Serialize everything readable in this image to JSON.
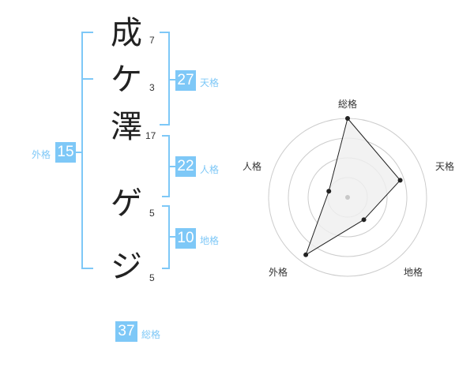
{
  "name": {
    "characters": [
      {
        "char": "成",
        "strokes": "7"
      },
      {
        "char": "ケ",
        "strokes": "3"
      },
      {
        "char": "澤",
        "strokes": "17"
      },
      {
        "char": "ゲ",
        "strokes": "5"
      },
      {
        "char": "ジ",
        "strokes": "5"
      }
    ]
  },
  "fortunes": {
    "tenkaku": {
      "value": "27",
      "label": "天格"
    },
    "jinkaku": {
      "value": "22",
      "label": "人格"
    },
    "chikaku": {
      "value": "10",
      "label": "地格"
    },
    "gaikaku": {
      "value": "15",
      "label": "外格"
    },
    "soukaku": {
      "value": "37",
      "label": "総格"
    }
  },
  "radar": {
    "labels": [
      "総格",
      "天格",
      "地格",
      "外格",
      "人格"
    ],
    "values": [
      1.0,
      0.7,
      0.35,
      0.9,
      0.25
    ],
    "accent": "#7ec8f7"
  }
}
